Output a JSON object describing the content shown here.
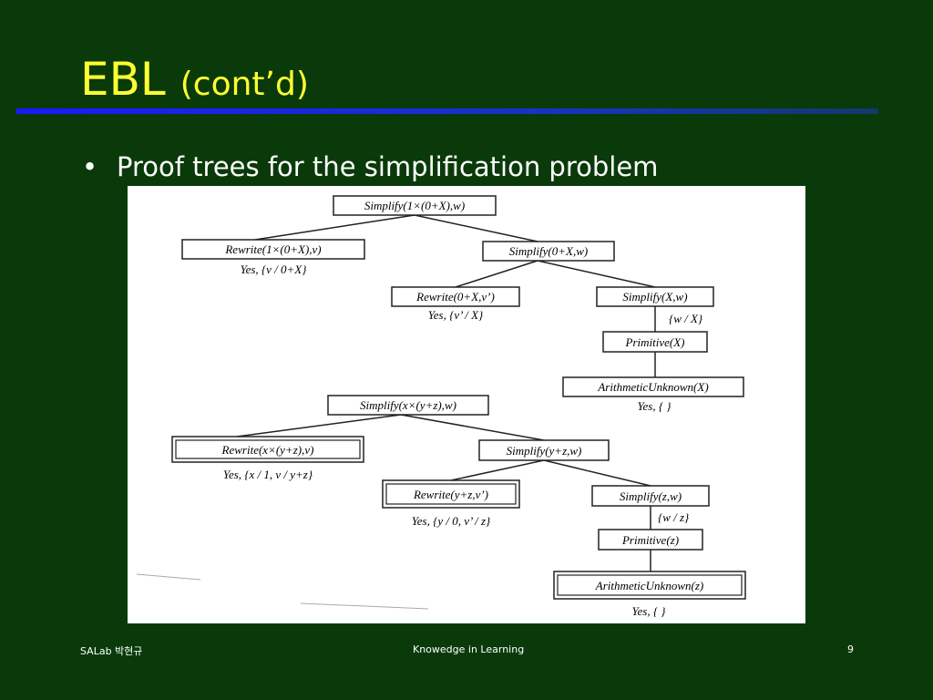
{
  "slide": {
    "title_main": "EBL",
    "title_sub": "(cont’d)",
    "bullet": "Proof trees for the simplification problem",
    "footer_left": "SALab 박현규",
    "footer_center": "Knowedge in Learning",
    "page_number": "9"
  },
  "tree1": {
    "root": "Simplify(1×(0+X),w)",
    "rewrite": "Rewrite(1×(0+X),v)",
    "rewrite_result": "Yes, {v / 0+X}",
    "simplify_mid": "Simplify(0+X,w)",
    "rewrite2": "Rewrite(0+X,v’)",
    "rewrite2_result": "Yes, {v’ / X}",
    "simplify_leaf": "Simplify(X,w)",
    "subst": "{w / X}",
    "primitive": "Primitive(X)",
    "arith": "ArithmeticUnknown(X)",
    "arith_result": "Yes, { }"
  },
  "tree2": {
    "root": "Simplify(x×(y+z),w)",
    "rewrite": "Rewrite(x×(y+z),v)",
    "rewrite_result": "Yes, {x / 1, v / y+z}",
    "simplify_mid": "Simplify(y+z,w)",
    "rewrite2": "Rewrite(y+z,v’)",
    "rewrite2_result": "Yes, {y / 0, v’ / z}",
    "simplify_leaf": "Simplify(z,w)",
    "subst": "{w / z}",
    "primitive": "Primitive(z)",
    "arith": "ArithmeticUnknown(z)",
    "arith_result": "Yes, { }"
  }
}
